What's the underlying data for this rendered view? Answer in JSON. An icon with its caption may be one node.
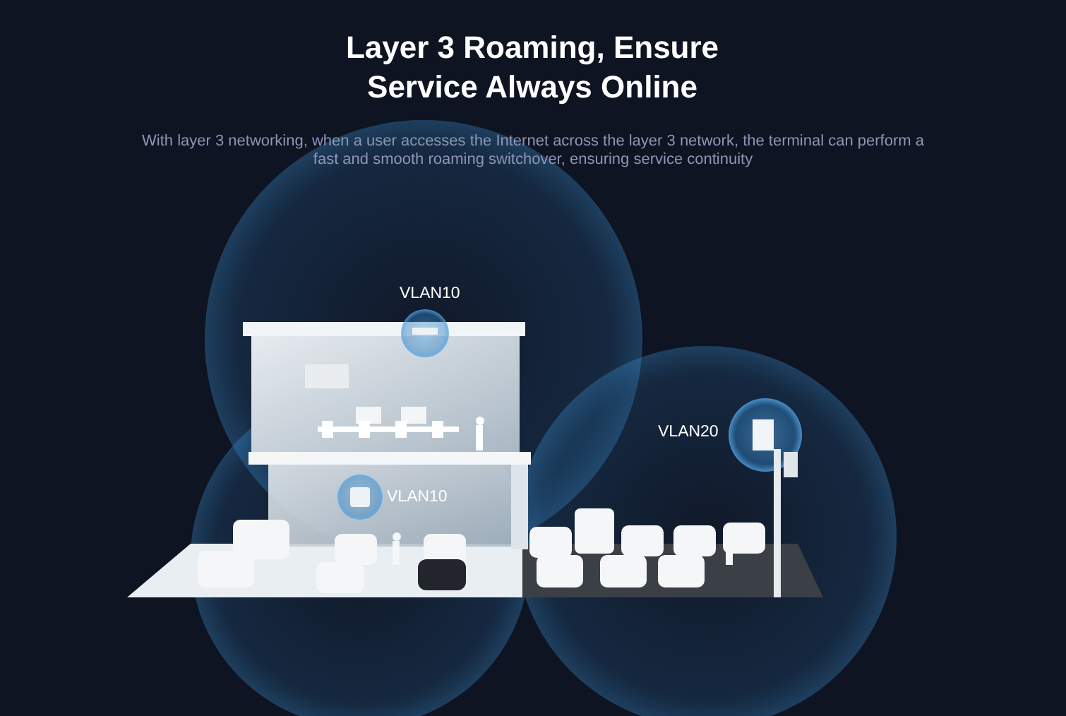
{
  "diagram": {
    "title": "Layer 3 Roaming, Ensure Service Always Online",
    "labels": [
      "With layer 3 networking, when a user accesses the Internet across the layer 3 network, the terminal can perform a fast and smooth roaming switchover, ensuring service continuity",
      "VLAN10",
      "VLAN10",
      "VLAN20"
    ]
  }
}
